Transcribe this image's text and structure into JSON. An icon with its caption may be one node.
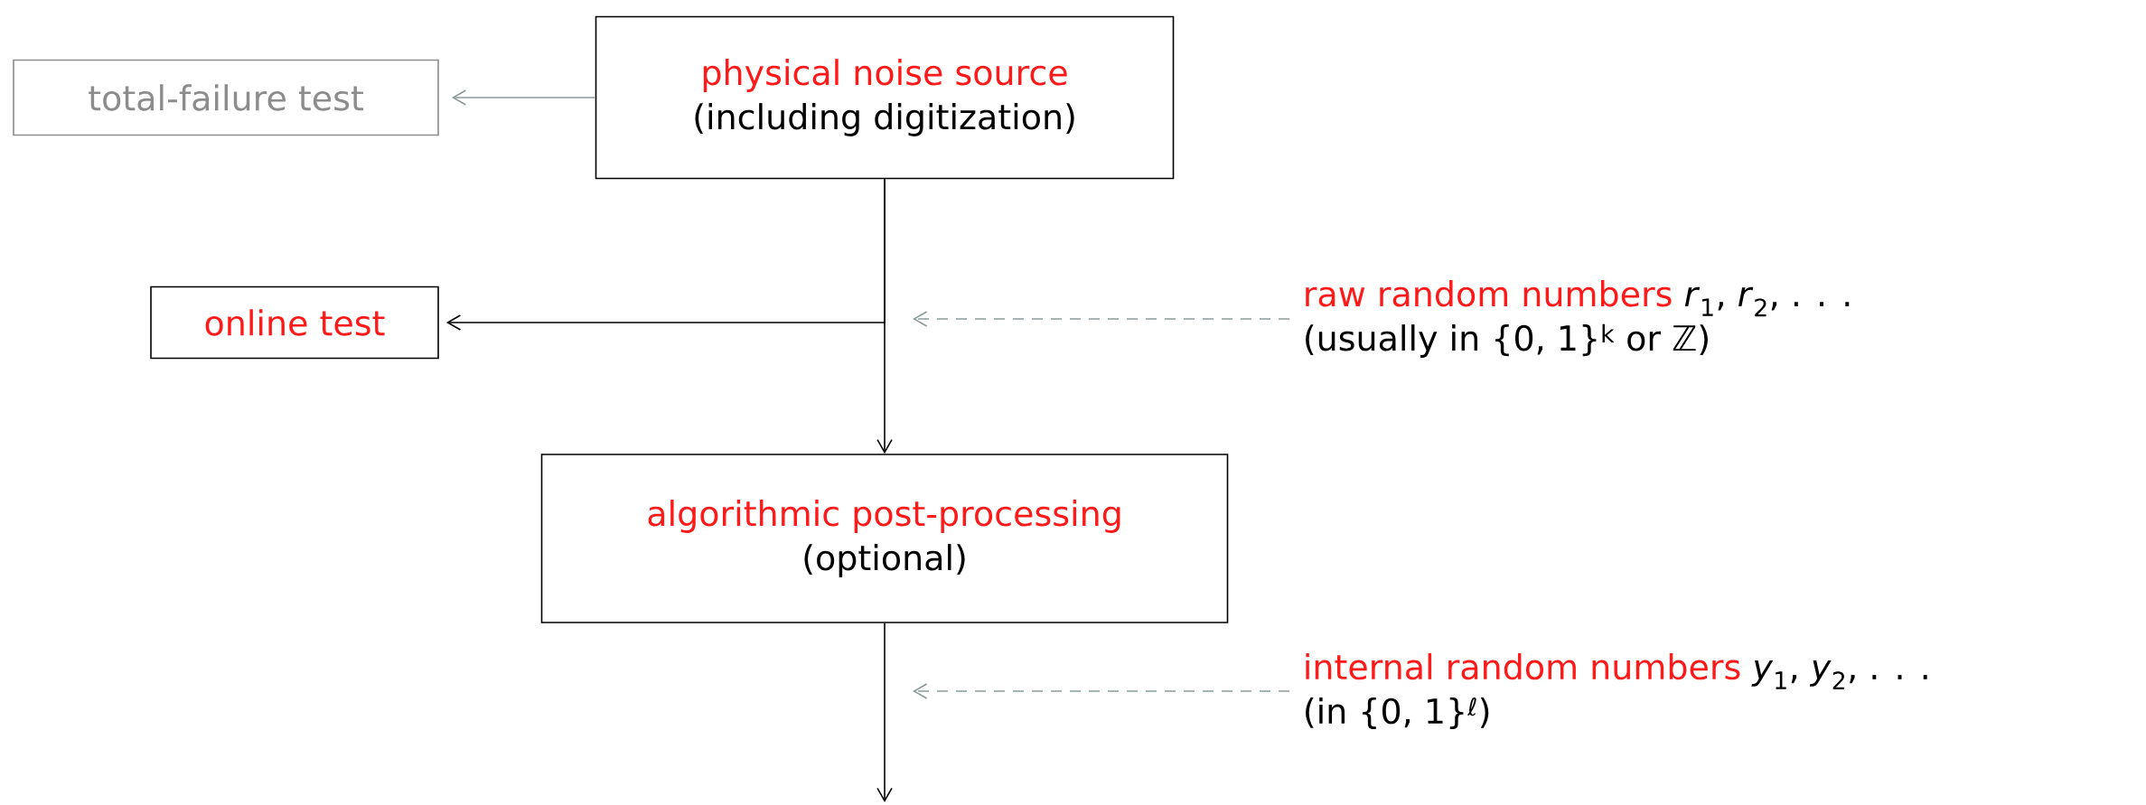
{
  "diagram": {
    "nodes": [
      {
        "text": [
          "physical noise source",
          "(including digitization)"
        ]
      },
      {
        "text": [
          "total-failure test"
        ]
      },
      {
        "text": [
          "online test"
        ]
      },
      {
        "text": [
          "algorithmic post-processing",
          "(optional)"
        ]
      },
      {
        "text": [
          "raw random numbers",
          "*r*$_{1}$, *r*$_{2}$, . . .",
          "(usually in {0, 1}$^{k}$ or ℤ)"
        ]
      },
      {
        "text": [
          "internal random numbers",
          "*y*$_{1}$, *y*$_{2}$, . . .",
          "(in {0, 1}$^{ℓ}$)"
        ]
      }
    ],
    "edges": [
      {
        "from": 0,
        "to": 1,
        "arrow": "to",
        "color": "#8c8c8c"
      },
      {
        "from": 0,
        "to": 2,
        "arrow": "to",
        "color": "#000000"
      },
      {
        "from": 0,
        "to": 3,
        "arrow": "to",
        "color": "#000000"
      },
      {
        "from": 3,
        "to": null,
        "arrow": "to",
        "color": "#000000"
      },
      {
        "from": 4,
        "to": null,
        "arrow": "to",
        "style": "dashed",
        "color": "#8c8c8c"
      },
      {
        "from": 5,
        "to": null,
        "arrow": "to",
        "style": "dashed",
        "color": "#8c8c8c"
      }
    ]
  }
}
